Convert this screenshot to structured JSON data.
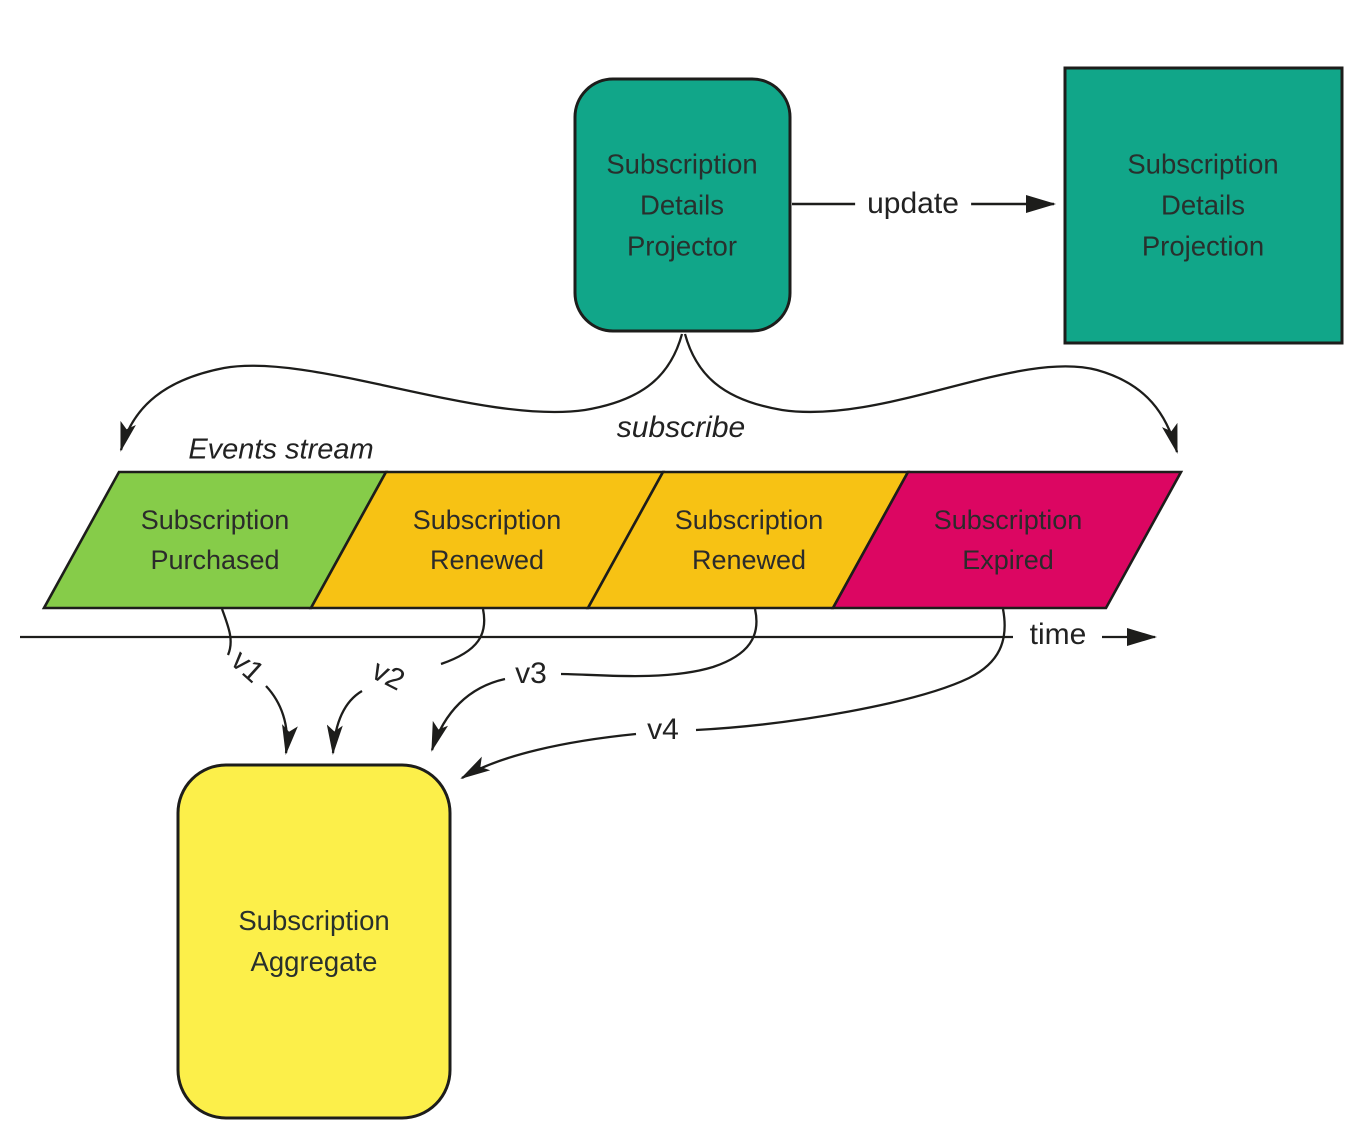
{
  "colors": {
    "teal": "#11a689",
    "green": "#86cc49",
    "amber": "#f7c214",
    "pink": "#dc0662",
    "yellow": "#fcef4a",
    "stroke": "#1d1d1b"
  },
  "projector": {
    "label": "Subscription\nDetails\nProjector"
  },
  "projection": {
    "label": "Subscription\nDetails\nProjection"
  },
  "aggregate": {
    "label": "Subscription\nAggregate"
  },
  "arrows": {
    "update_label": "update",
    "subscribe_label": "subscribe",
    "time_label": "time"
  },
  "events_stream": {
    "title": "Events stream",
    "events": [
      {
        "line1": "Subscription",
        "line2": "Purchased",
        "color": "#86cc49"
      },
      {
        "line1": "Subscription",
        "line2": "Renewed",
        "color": "#f7c214"
      },
      {
        "line1": "Subscription",
        "line2": "Renewed",
        "color": "#f7c214"
      },
      {
        "line1": "Subscription",
        "line2": "Expired",
        "color": "#dc0662"
      }
    ],
    "version_labels": [
      "v1",
      "v2",
      "v3",
      "v4"
    ]
  }
}
